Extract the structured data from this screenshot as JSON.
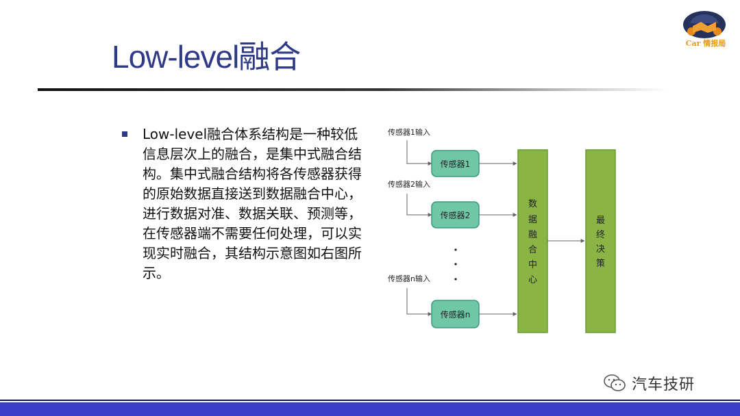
{
  "slide": {
    "title": "Low-level融合",
    "body": "Low-level融合体系结构是一种较低信息层次上的融合，是集中式融合结构。集中式融合结构将各传感器获得的原始数据直接送到数据融合中心，进行数据对准、数据关联、预测等，在传感器端不需要任何处理，可以实现实时融合，其结构示意图如右图所示。"
  },
  "logo": {
    "caption": "Car 情报局"
  },
  "diagram": {
    "inputs": [
      "传感器1输入",
      "传感器2输入",
      "传感器n输入"
    ],
    "sensors": [
      "传感器1",
      "传感器2",
      "传感器n"
    ],
    "ellipsis": "· · ·",
    "fusion_center": [
      "数",
      "据",
      "融",
      "合",
      "中",
      "心"
    ],
    "final_decision": [
      "最",
      "终",
      "决",
      "策"
    ],
    "colors": {
      "sensor_fill": "#6fc7a8",
      "sensor_stroke": "#3a9a7a",
      "block_fill": "#8ab545",
      "block_stroke": "#6a9a30",
      "arrow": "#666666"
    }
  },
  "watermark": {
    "text": "汽车技研"
  }
}
